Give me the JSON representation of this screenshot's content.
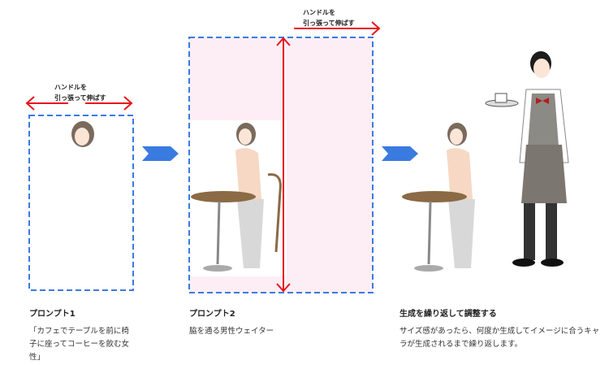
{
  "handle_hint": {
    "line1": "ハンドルを",
    "line2": "引っ張って伸ばす"
  },
  "steps": [
    {
      "title": "プロンプト1",
      "description": "「カフェでテーブルを前に椅子に座ってコーヒーを飲む女性」"
    },
    {
      "title": "プロンプト2",
      "description": "脇を通る男性ウェイター"
    },
    {
      "title": "生成を繰り返して調整する",
      "description": "サイズ感があったら、何度か生成してイメージに合うキャラが生成されるまで繰り返します。"
    }
  ],
  "colors": {
    "frame": "#3a7be0",
    "arrow": "#e8141c",
    "canvas_extension": "#fdeef5",
    "chevron": "#3a7be0"
  }
}
